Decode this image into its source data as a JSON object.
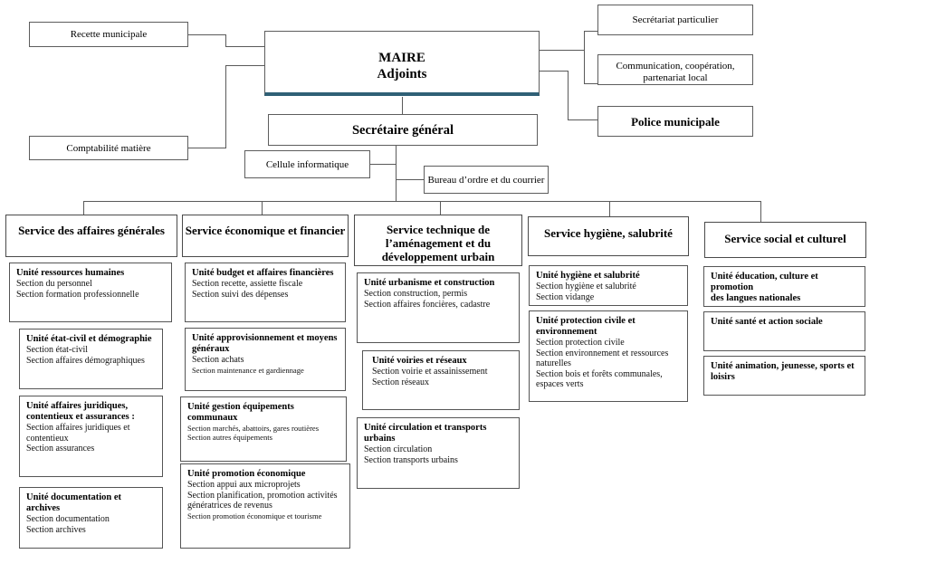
{
  "chart_meta": {
    "type": "org-chart",
    "title": "Organigramme des services communaux",
    "language": "fr",
    "accent_color": "#2f6076",
    "border_color": "#5a5a5a",
    "background": "#ffffff"
  },
  "top": {
    "maire": {
      "line1": "MAIRE",
      "line2": "Adjoints"
    },
    "secretaire_general": "Secrétaire général",
    "left_boxes": [
      {
        "label": "Recette municipale"
      },
      {
        "label": "Comptabilité matière"
      }
    ],
    "right_boxes": [
      {
        "label": "Secrétariat particulier",
        "bold": false
      },
      {
        "label": "Communication, coopération,\npartenariat local",
        "bold": false
      },
      {
        "label": "Police municipale",
        "bold": true
      }
    ],
    "sg_attached": [
      {
        "label": "Cellule informatique"
      },
      {
        "label": "Bureau d’ordre et du courrier"
      }
    ]
  },
  "services": [
    {
      "id": "affaires-generales",
      "header": "Service des affaires générales",
      "units": [
        {
          "title": "Unité ressources humaines",
          "sections": [
            {
              "text": "Section du personnel",
              "small": false
            },
            {
              "text": "Section formation professionnelle",
              "small": false
            }
          ]
        },
        {
          "title": "Unité état-civil et démographie",
          "sections": [
            {
              "text": "Section état-civil",
              "small": false
            },
            {
              "text": "Section affaires démographiques",
              "small": false
            }
          ]
        },
        {
          "title": "Unité affaires juridiques,\ncontentieux et assurances :",
          "sections": [
            {
              "text": "Section affaires juridiques et",
              "small": false
            },
            {
              "text": "contentieux",
              "small": false
            },
            {
              "text": "Section assurances",
              "small": false
            }
          ]
        },
        {
          "title": "Unité documentation et\narchives",
          "sections": [
            {
              "text": "Section documentation",
              "small": false
            },
            {
              "text": "Section archives",
              "small": false
            }
          ]
        }
      ]
    },
    {
      "id": "economique-financier",
      "header": "Service économique et financier",
      "units": [
        {
          "title": "Unité budget et affaires financières",
          "sections": [
            {
              "text": "Section recette, assiette fiscale",
              "small": false
            },
            {
              "text": "Section suivi des dépenses",
              "small": false
            }
          ]
        },
        {
          "title": "Unité approvisionnement et moyens\ngénéraux",
          "sections": [
            {
              "text": "Section achats",
              "small": false
            },
            {
              "text": "Section maintenance et gardiennage",
              "small": true
            }
          ]
        },
        {
          "title": "Unité gestion équipements communaux",
          "sections": [
            {
              "text": "Section marchés, abattoirs, gares routières",
              "small": true
            },
            {
              "text": "Section autres équipements",
              "small": true
            }
          ]
        },
        {
          "title": "Unité promotion économique",
          "sections": [
            {
              "text": "Section appui aux microprojets",
              "small": false
            },
            {
              "text": "Section planification, promotion activités",
              "small": false
            },
            {
              "text": "génératrices de revenus",
              "small": false
            },
            {
              "text": "Section promotion économique et tourisme",
              "small": true
            }
          ]
        }
      ]
    },
    {
      "id": "technique-amenagement",
      "header": "Service technique de\nl’aménagement et du\ndéveloppement urbain",
      "units": [
        {
          "title": "Unité urbanisme et construction",
          "sections": [
            {
              "text": "Section construction, permis",
              "small": false
            },
            {
              "text": "Section affaires foncières, cadastre",
              "small": false
            }
          ]
        },
        {
          "title": "Unité voiries et réseaux",
          "sections": [
            {
              "text": "Section voirie et assainissement",
              "small": false
            },
            {
              "text": "Section réseaux",
              "small": false
            }
          ]
        },
        {
          "title": "Unité circulation et transports\nurbains",
          "sections": [
            {
              "text": "Section circulation",
              "small": false
            },
            {
              "text": "Section transports urbains",
              "small": false
            }
          ]
        }
      ]
    },
    {
      "id": "hygiene-salubrite",
      "header": "Service hygiène, salubrité",
      "units": [
        {
          "title": "Unité hygiène et salubrité",
          "sections": [
            {
              "text": "Section hygiène et salubrité",
              "small": false
            },
            {
              "text": "Section vidange",
              "small": false
            }
          ]
        },
        {
          "title": "Unité protection civile et\nenvironnement",
          "sections": [
            {
              "text": "Section protection civile",
              "small": false
            },
            {
              "text": "Section environnement et ressources",
              "small": false
            },
            {
              "text": "naturelles",
              "small": false
            },
            {
              "text": "Section bois et forêts communales,",
              "small": false
            },
            {
              "text": "espaces verts",
              "small": false
            }
          ]
        }
      ]
    },
    {
      "id": "social-culturel",
      "header": "Service social et culturel",
      "units": [
        {
          "title": "Unité éducation, culture et promotion\ndes langues nationales",
          "sections": []
        },
        {
          "title": "Unité santé et action sociale",
          "sections": []
        },
        {
          "title": "Unité animation, jeunesse, sports et\nloisirs",
          "sections": []
        }
      ]
    }
  ]
}
